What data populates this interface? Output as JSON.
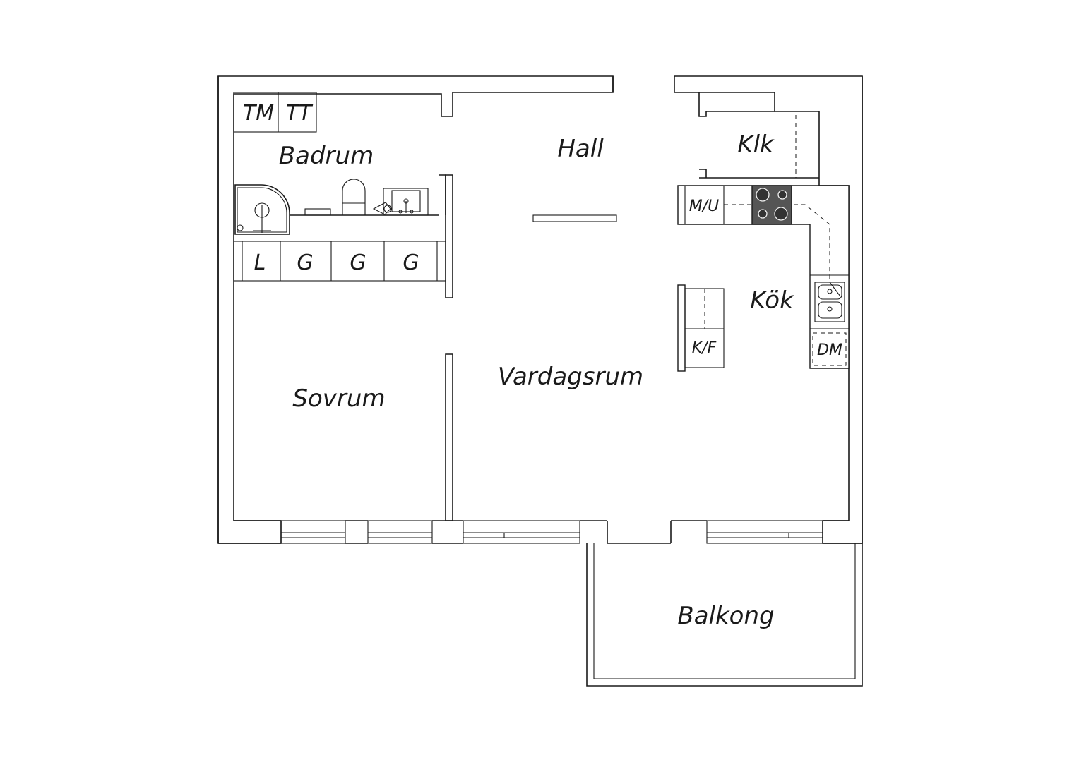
{
  "rooms": {
    "badrum": "Badrum",
    "hall": "Hall",
    "klk": "Klk",
    "kok": "Kök",
    "vardagsrum": "Vardagsrum",
    "sovrum": "Sovrum",
    "balkong": "Balkong"
  },
  "fixtures": {
    "tm": "TM",
    "tt": "TT",
    "l": "L",
    "g1": "G",
    "g2": "G",
    "g3": "G",
    "mu": "M/U",
    "kf": "K/F",
    "dm": "DM"
  },
  "colors": {
    "line": "#1a1a1a",
    "stove": "#555555",
    "background": "#ffffff"
  }
}
